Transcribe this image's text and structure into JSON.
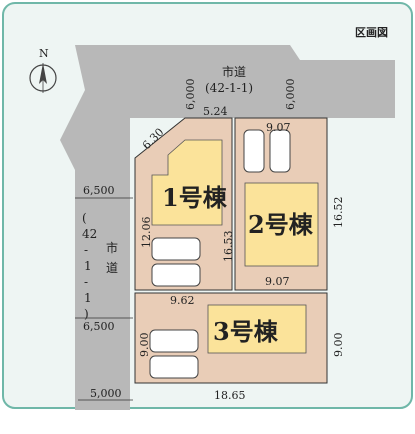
{
  "title": "区画図",
  "compass": {
    "label": "N"
  },
  "roads": {
    "top": {
      "name": "市道",
      "code": "(42-1-1)",
      "width_left": "6,000",
      "width_right": "6,000"
    },
    "left": {
      "chars": [
        "(",
        "42",
        "-",
        "1",
        "-",
        "1",
        ")"
      ],
      "name_chars": [
        "市",
        "道"
      ]
    }
  },
  "setbacks": [
    "6,500",
    "6,500",
    "5,000"
  ],
  "lots": [
    {
      "label": "1号棟",
      "dims": [
        "6.30",
        "5.24",
        "12.06",
        "16.53"
      ]
    },
    {
      "label": "2号棟",
      "dims": [
        "9.07",
        "16.52",
        "9.07"
      ]
    },
    {
      "label": "3号棟",
      "dims": [
        "9.62",
        "9.00",
        "9.00",
        "18.65"
      ]
    }
  ],
  "colors": {
    "road": "#b8b8b8",
    "lot": "#e9cdb7",
    "building": "#fbe39a",
    "frame": "#6fb7a8",
    "background": "#eef5f3"
  }
}
